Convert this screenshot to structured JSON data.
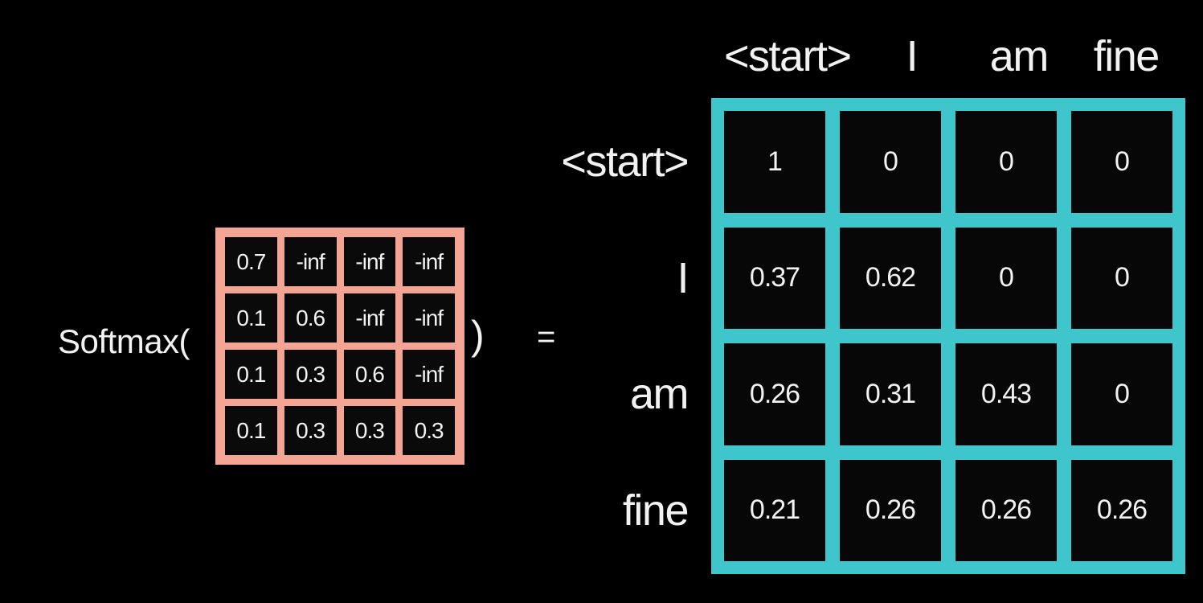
{
  "colors": {
    "background": "#000000",
    "text": "#F2F2F2",
    "input_border": "#F4A492",
    "input_cell": "#0A0A0A",
    "output_border": "#3EC6CC",
    "output_cell": "#070707"
  },
  "equation": {
    "function_label": "Softmax(",
    "close_paren": ")",
    "equals_sign": "="
  },
  "input_matrix": {
    "rows": [
      [
        "0.7",
        "-inf",
        "-inf",
        "-inf"
      ],
      [
        "0.1",
        "0.6",
        "-inf",
        "-inf"
      ],
      [
        "0.1",
        "0.3",
        "0.6",
        "-inf"
      ],
      [
        "0.1",
        "0.3",
        "0.3",
        "0.3"
      ]
    ]
  },
  "output_matrix": {
    "column_headers": [
      "<start>",
      "I",
      "am",
      "fine"
    ],
    "row_headers": [
      "<start>",
      "I",
      "am",
      "fine"
    ],
    "rows": [
      [
        "1",
        "0",
        "0",
        "0"
      ],
      [
        "0.37",
        "0.62",
        "0",
        "0"
      ],
      [
        "0.26",
        "0.31",
        "0.43",
        "0"
      ],
      [
        "0.21",
        "0.26",
        "0.26",
        "0.26"
      ]
    ]
  }
}
